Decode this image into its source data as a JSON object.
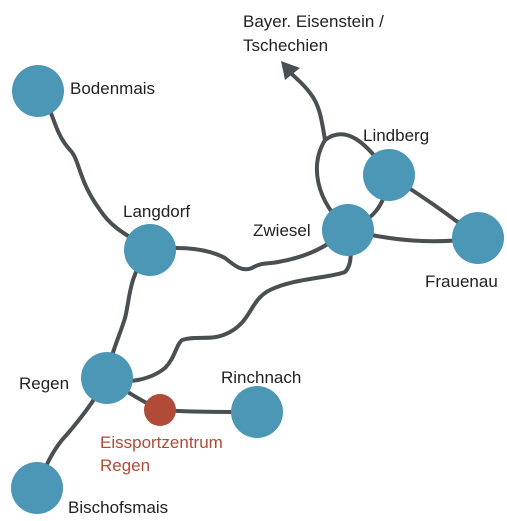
{
  "colors": {
    "station": "#4c97b6",
    "highlight": "#b14a37",
    "route": "#4a4f52",
    "text": "#222222"
  },
  "destination": {
    "line1": "Bayer. Eisenstein /",
    "line2": "Tschechien",
    "icon": "arrow-up-left-icon"
  },
  "stations": {
    "bodenmais": "Bodenmais",
    "langdorf": "Langdorf",
    "zwiesel": "Zwiesel",
    "lindberg": "Lindberg",
    "frauenau": "Frauenau",
    "regen": "Regen",
    "rinchnach": "Rinchnach",
    "bischofsmais": "Bischofsmais"
  },
  "highlight_stop": {
    "line1": "Eissportzentrum",
    "line2": "Regen"
  }
}
